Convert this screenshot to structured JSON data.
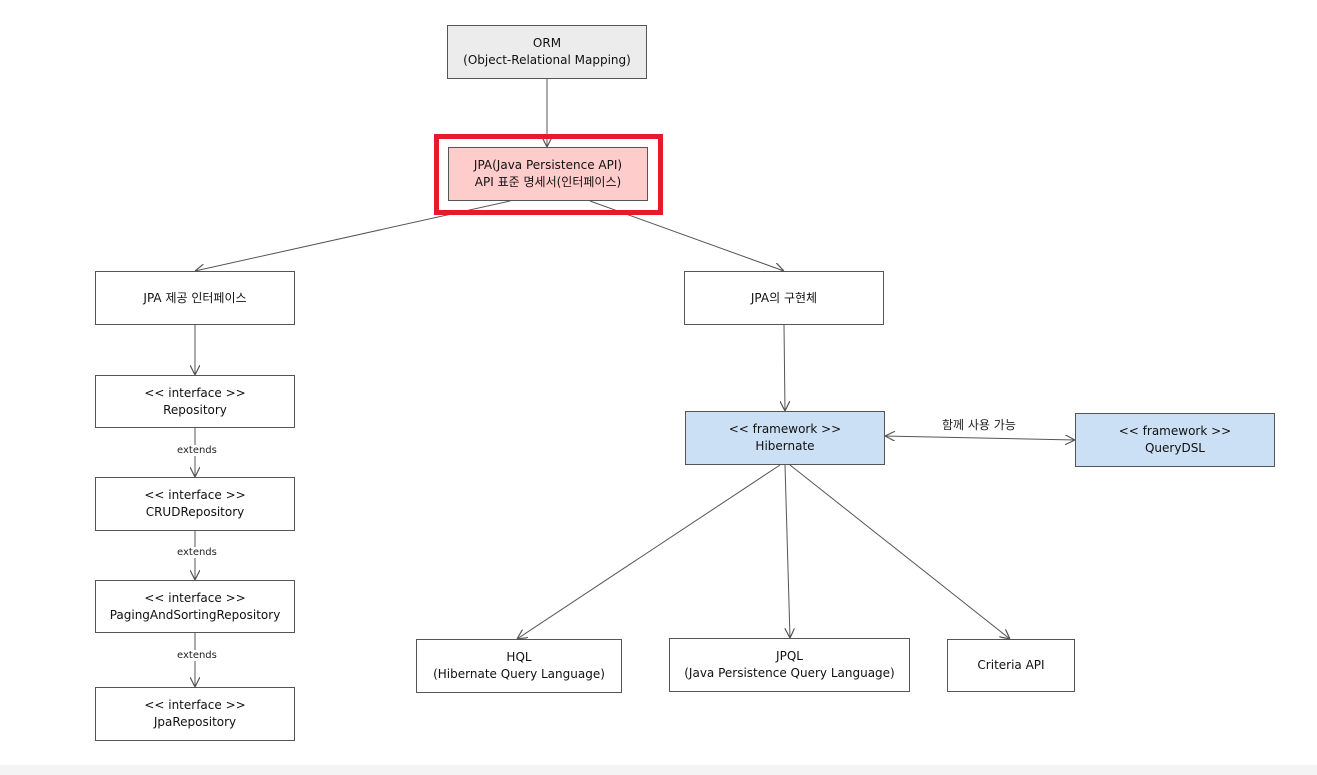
{
  "nodes": {
    "orm": {
      "line1": "ORM",
      "line2": "(Object-Relational Mapping)"
    },
    "jpa": {
      "line1": "JPA(Java Persistence API)",
      "line2": "API 표준 명세서(인터페이스)"
    },
    "jpa_interfaces": {
      "line1": "JPA 제공 인터페이스"
    },
    "jpa_impl": {
      "line1": "JPA의 구현체"
    },
    "repository": {
      "line1": "<< interface >>",
      "line2": "Repository"
    },
    "crud": {
      "line1": "<< interface >>",
      "line2": "CRUDRepository"
    },
    "paging": {
      "line1": "<< interface >>",
      "line2": "PagingAndSortingRepository"
    },
    "jparepo": {
      "line1": "<< interface >>",
      "line2": "JpaRepository"
    },
    "hibernate": {
      "line1": "<< framework >>",
      "line2": "Hibernate"
    },
    "querydsl": {
      "line1": "<< framework >>",
      "line2": "QueryDSL"
    },
    "hql": {
      "line1": "HQL",
      "line2": "(Hibernate Query Language)"
    },
    "jpql": {
      "line1": "JPQL",
      "line2": "(Java Persistence Query Language)"
    },
    "criteria": {
      "line1": "Criteria API"
    }
  },
  "edge_labels": {
    "extends1": "extends",
    "extends2": "extends",
    "extends3": "extends",
    "together": "함께 사용 가능"
  },
  "colors": {
    "highlight": "#e8192c",
    "gray_fill": "#ececec",
    "pink_fill": "#ffcccc",
    "blue_fill": "#cce0f5",
    "line": "#555555"
  }
}
